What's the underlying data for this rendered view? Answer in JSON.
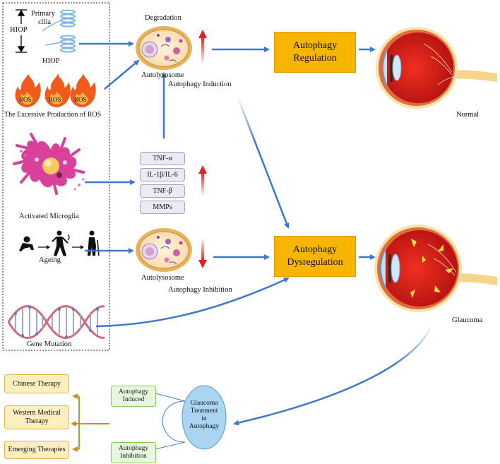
{
  "left_panel": {
    "hiop_axis_label": "HIOP",
    "primary_cilia_label_line1": "Primary",
    "primary_cilia_label_line2": "cilia",
    "hiop_label": "HIOP",
    "ros_flame_label": "ROS",
    "ros_caption": "The Excessive Production of ROS",
    "microglia_caption": "Activated Microglia",
    "ageing_caption": "Ageing",
    "gene_caption": "Gene Mutation"
  },
  "top_path": {
    "degradation_label": "Degradation",
    "autolysosome_label": "Autolysosome",
    "induction_label": "Autophagy Induction",
    "regulation_line1": "Autophagy",
    "regulation_line2": "Regulation",
    "normal_label": "Normal"
  },
  "cytokines": [
    "TNF-α",
    "IL-1β/IL-6",
    "TNF-β",
    "MMPs"
  ],
  "bottom_path": {
    "autolysosome_label": "Autolysosome",
    "inhibition_label": "Autophagy Inhibition",
    "dysregulation_line1": "Autophagy",
    "dysregulation_line2": "Dysregulation",
    "glaucoma_label": "Glaucoma"
  },
  "treatment": {
    "center_lines": [
      "Glaucoma",
      "Treatment",
      "in",
      "Autophagy"
    ],
    "induced_lines": [
      "Autophagy",
      "Induced"
    ],
    "inhibition_lines": [
      "Autophagy",
      "Inhibition"
    ],
    "therapies": [
      {
        "lines": [
          "Chinese Therapy"
        ]
      },
      {
        "lines": [
          "Western Medical",
          "Therapy"
        ]
      },
      {
        "lines": [
          "Emerging Therapies"
        ]
      }
    ]
  },
  "colors": {
    "arrow_blue": "#3f78c8",
    "orange_box": "#f7b500",
    "therapy_box": "#fdefc0",
    "therapy_arrow": "#c8951a",
    "green_box": "#e6f7dc",
    "ellipse_blue": "#a9d4f2",
    "red_arrow": "#e8201c",
    "ros_flame": "#f05a1a",
    "microglia": "#d8409a"
  }
}
